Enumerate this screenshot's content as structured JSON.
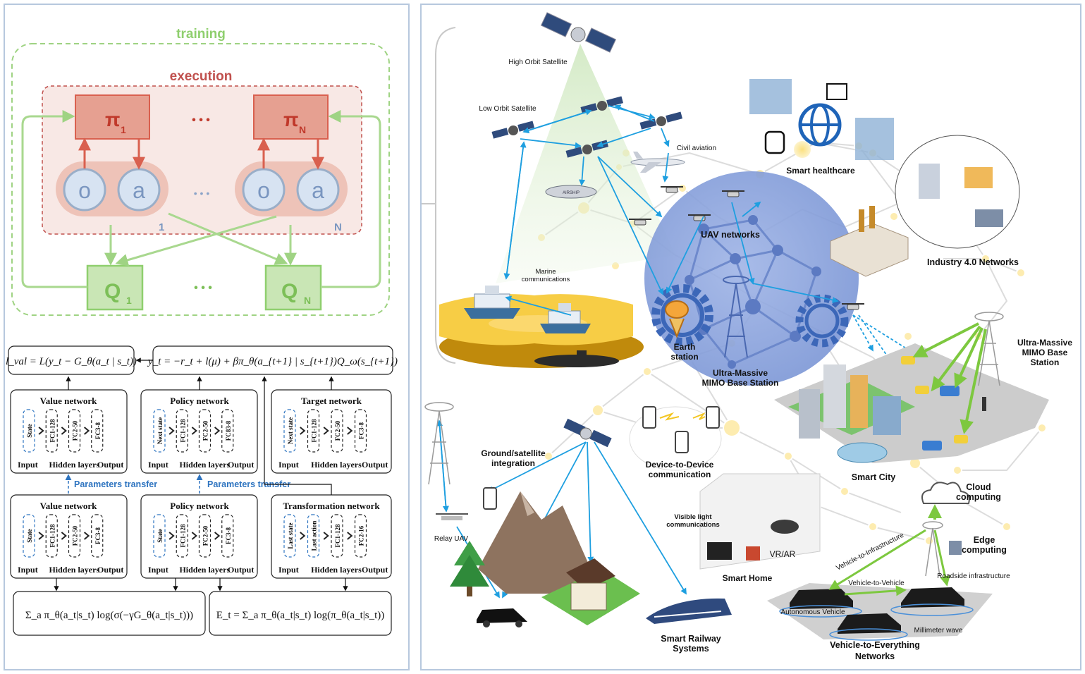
{
  "marl": {
    "training_label": "training",
    "execution_label": "execution",
    "pi1_sym": "π",
    "pi1_sub": "1",
    "pin_sym": "π",
    "pin_sub": "N",
    "dots": "• • •",
    "dots_mid": "• • •",
    "dots_q": "• • •",
    "obs": "o",
    "act": "a",
    "agent1": "1",
    "agentN": "N",
    "q1_sym": "Q",
    "q1_sub": "1",
    "qn_sym": "Q",
    "qn_sub": "N"
  },
  "nets": {
    "loss_eq": "l_val = L(y_t − G_θ(a_t | s_t))",
    "target_eq": "y_t = −r_t + l(μ) + βπ_θ(a_{t+1} | s_{t+1})Q_ω(s_{t+1})",
    "value_title": "Value network",
    "policy_title": "Policy network",
    "target_title": "Target network",
    "transform_title": "Transformation network",
    "input": "Input",
    "hidden": "Hidden layers",
    "output": "Output",
    "params_transfer": "Parameters transfer",
    "state": "State",
    "next_state": "Next state",
    "last_state": "Last state",
    "last_action": "Last action",
    "fc1": "FC1-128",
    "fc2": "FC2-50",
    "fc3": "FC3-8",
    "fc83": "FC83-8",
    "fc2_16": "FC2-16",
    "sum_eq1": "Σ_a π_θ(a_t|s_t) log(σ(−γG_θ(a_t|s_t)))",
    "sum_eq2": "E_t = Σ_a π_θ(a_t|s_t) log(π_θ(a_t|s_t))"
  },
  "network": {
    "high_orbit": "High Orbit Satellite",
    "low_orbit": "Low Orbit Satellite",
    "civil_aviation": "Civil aviation",
    "smart_healthcare": "Smart healthcare",
    "industry": "Industry 4.0 Networks",
    "uav_networks": "UAV networks",
    "marine": [
      "Marine",
      "communications"
    ],
    "earth_station": [
      "Earth",
      "station"
    ],
    "mimo_center": [
      "Ultra-Massive",
      "MIMO Base Station"
    ],
    "mimo_right": [
      "Ultra-Massive",
      "MIMO Base",
      "Station"
    ],
    "smart_city": "Smart City",
    "ground_sat": [
      "Ground/satellite",
      "integration"
    ],
    "d2d": [
      "Device-to-Device",
      "communication"
    ],
    "relay_uav": "Relay UAV",
    "visible_light": [
      "Visible light",
      "communications"
    ],
    "vrar": "VR/AR",
    "smart_home": "Smart Home",
    "cloud": [
      "Cloud",
      "computing"
    ],
    "edge": [
      "Edge",
      "computing"
    ],
    "v2i": "Vehicle-to-Infrastructure",
    "v2v": "Vehicle-to-Vehicle",
    "roadside": "Roadside infrastructure",
    "autonomous": "Autonomous Vehicle",
    "mmwave": "Millimeter wave",
    "v2x": [
      "Vehicle-to-Everything",
      "Networks"
    ],
    "railway": [
      "Smart Railway",
      "Systems"
    ],
    "blimp_text": "AIRSHIP"
  },
  "colors": {
    "training": "#8fcf6e",
    "execution": "#c0504d",
    "policy_fill": "#e6a091",
    "agent_fill": "#eec3b8",
    "q_fill": "#c9e6b5",
    "circle_fill": "#d7e3f2",
    "link_blue": "#1e9fe0",
    "sphere": "#7f9ad8",
    "node_yellow": "#fde9a0",
    "param_blue": "#2e74c0"
  }
}
